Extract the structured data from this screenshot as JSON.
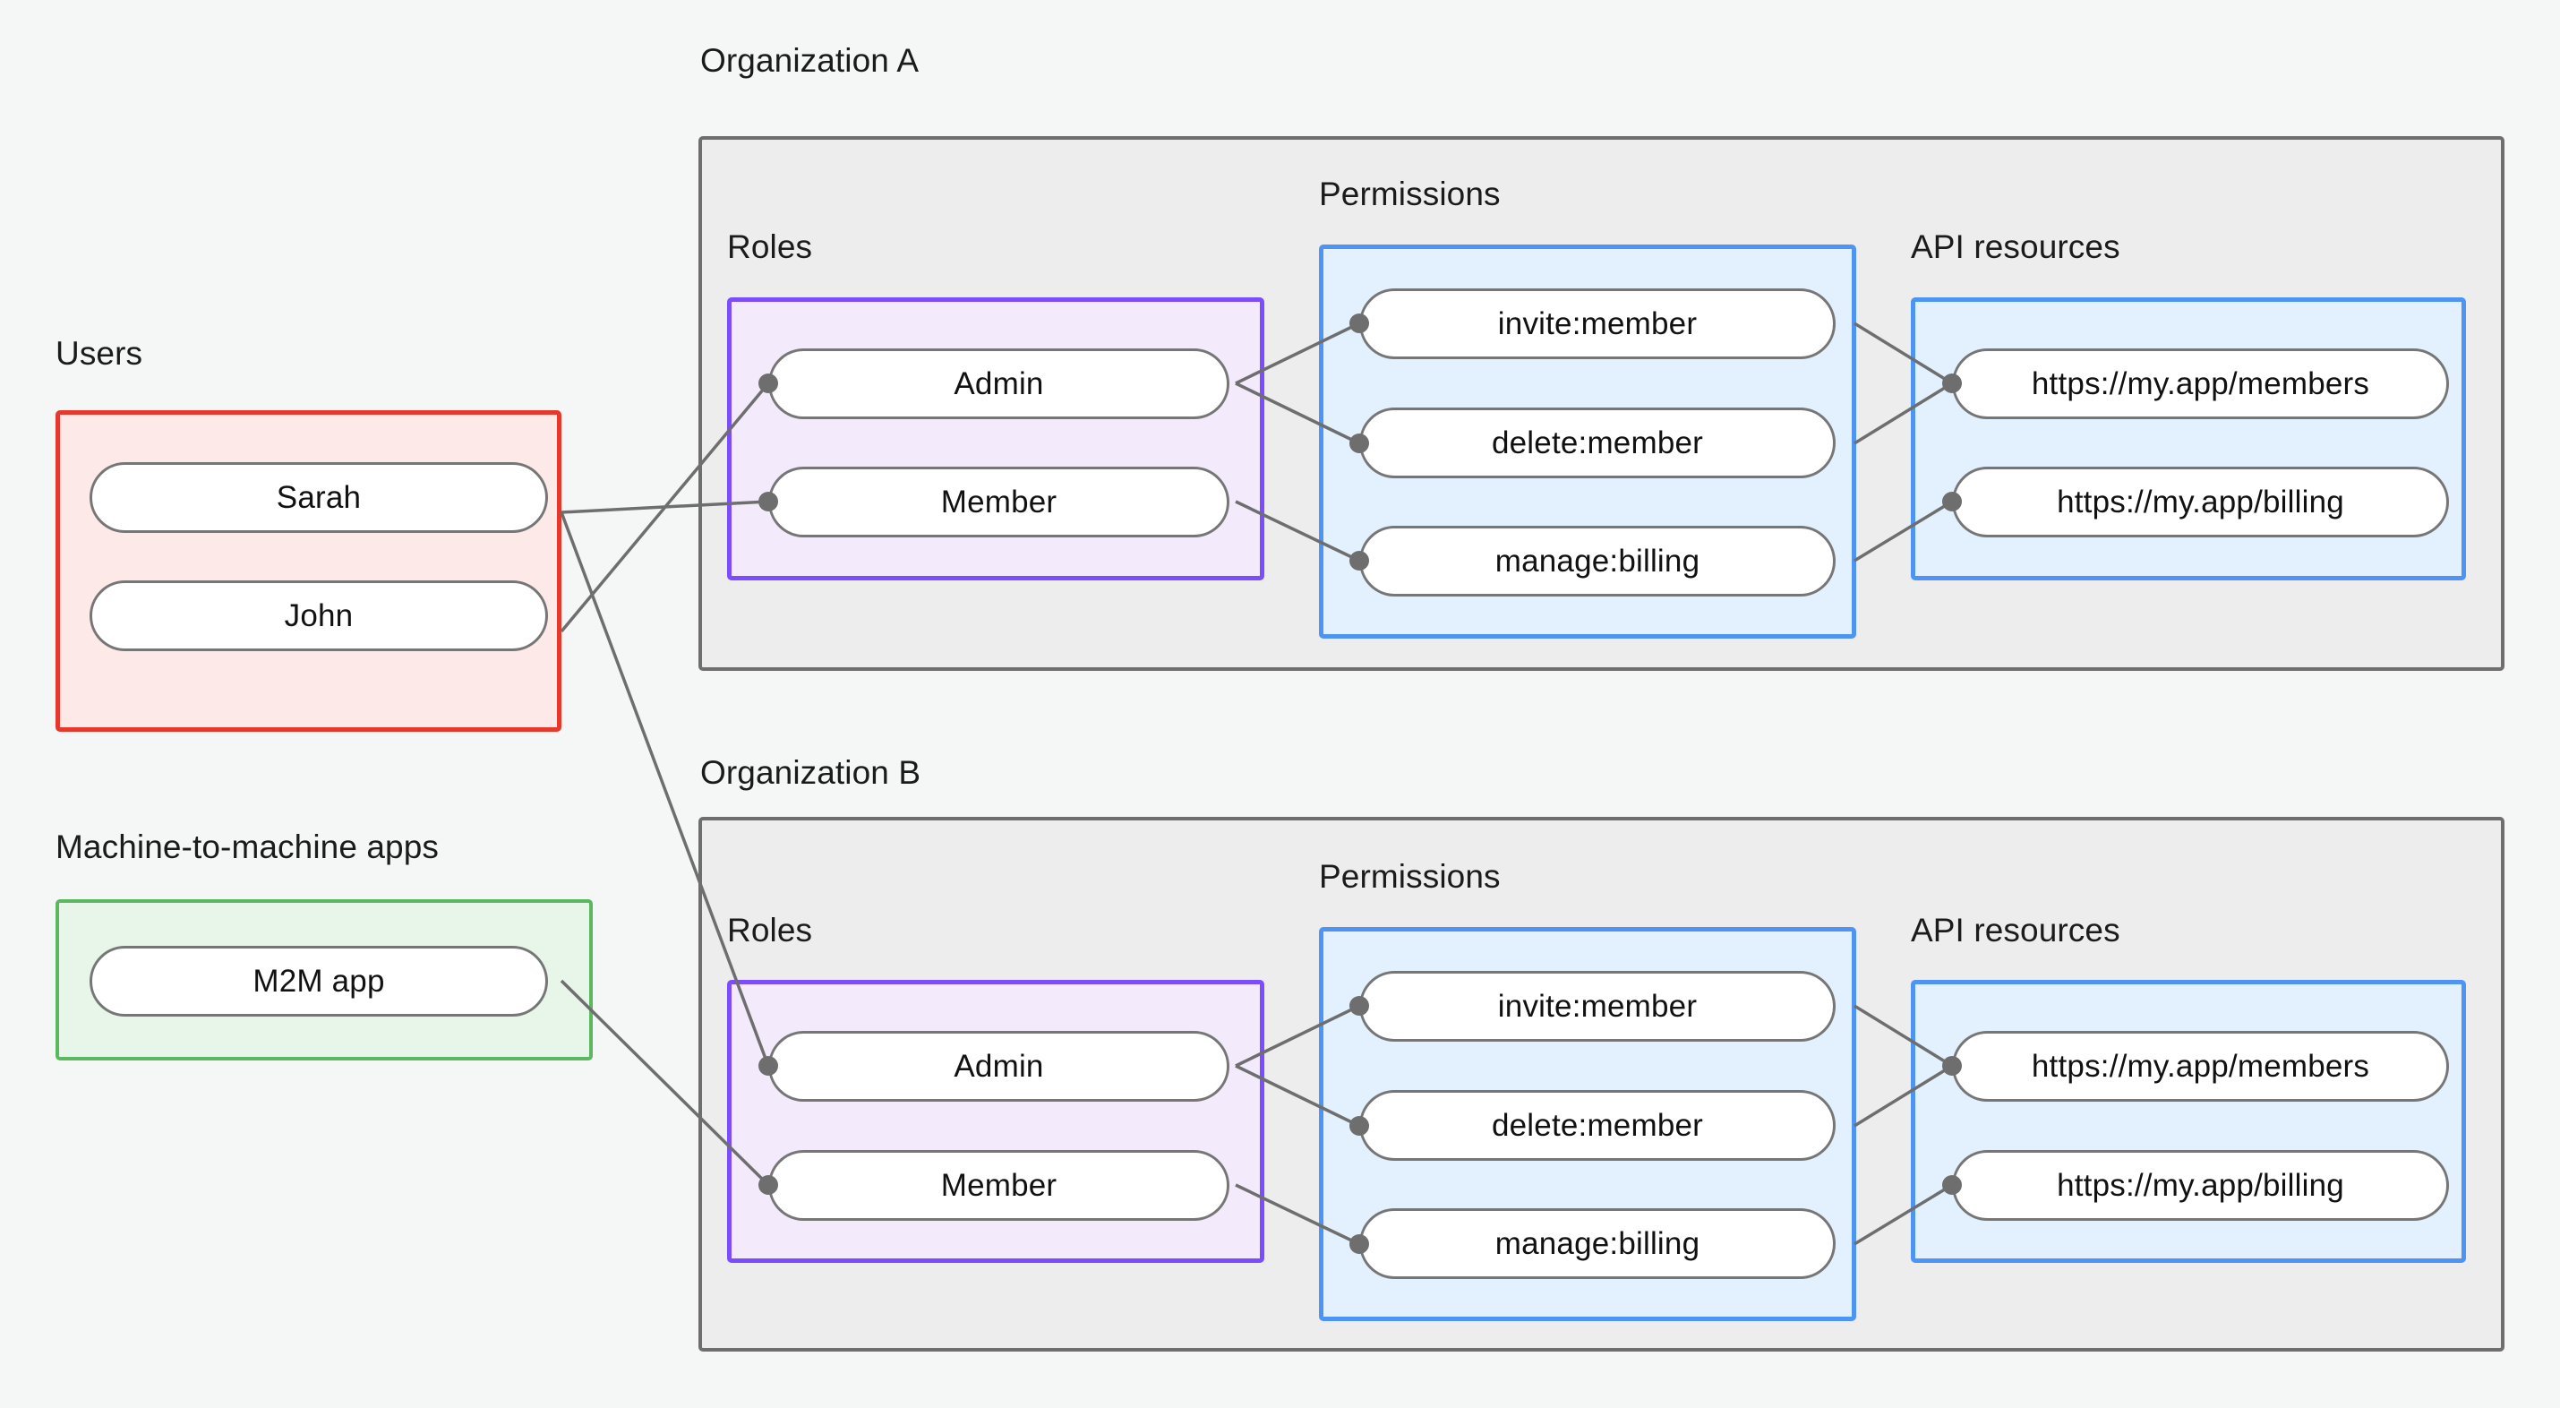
{
  "diagram": {
    "title": "Organization access control diagram",
    "background_color": "#f5f7f6",
    "labels": {
      "users": "Users",
      "m2m": "Machine-to-machine apps",
      "org_a": "Organization A",
      "org_b": "Organization B",
      "roles_a": "Roles",
      "permissions_a": "Permissions",
      "api_resources_a": "API resources",
      "roles_b": "Roles",
      "permissions_b": "Permissions",
      "api_resources_b": "API resources"
    },
    "colors": {
      "users_border": "#e8382b",
      "users_fill": "#fdeae8",
      "m2m_border": "#5cb860",
      "m2m_fill": "#e7f6e8",
      "roles_border": "#7c4dff",
      "roles_fill": "#f3eafc",
      "permissions_border": "#4d94f5",
      "permissions_fill": "#e3f0fd",
      "api_border": "#4d94f5",
      "api_fill": "#e3f0fd",
      "org_border": "#6e6e6e",
      "org_fill": "#ededed",
      "edge": "#6e6e6e",
      "node_border": "#767676",
      "node_fill": "#ffffff"
    },
    "users": [
      {
        "label": "Sarah"
      },
      {
        "label": "John"
      }
    ],
    "m2m_apps": [
      {
        "label": "M2M app"
      }
    ],
    "org_a": {
      "roles": [
        {
          "label": "Admin"
        },
        {
          "label": "Member"
        }
      ],
      "permissions": [
        {
          "label": "invite:member"
        },
        {
          "label": "delete:member"
        },
        {
          "label": "manage:billing"
        }
      ],
      "api_resources": [
        {
          "label": "https://my.app/members"
        },
        {
          "label": "https://my.app/billing"
        }
      ]
    },
    "org_b": {
      "roles": [
        {
          "label": "Admin"
        },
        {
          "label": "Member"
        }
      ],
      "permissions": [
        {
          "label": "invite:member"
        },
        {
          "label": "delete:member"
        },
        {
          "label": "manage:billing"
        }
      ],
      "api_resources": [
        {
          "label": "https://my.app/members"
        },
        {
          "label": "https://my.app/billing"
        }
      ]
    },
    "connections": [
      {
        "from": "Sarah",
        "to": "Organization A / Member"
      },
      {
        "from": "Sarah",
        "to": "Organization B / Admin"
      },
      {
        "from": "John",
        "to": "Organization A / Admin"
      },
      {
        "from": "M2M app",
        "to": "Organization B / Member"
      },
      {
        "from": "Organization A / Admin",
        "to": "Organization A / invite:member"
      },
      {
        "from": "Organization A / Admin",
        "to": "Organization A / delete:member"
      },
      {
        "from": "Organization A / Member",
        "to": "Organization A / manage:billing"
      },
      {
        "from": "Organization A / invite:member",
        "to": "Organization A / https://my.app/members"
      },
      {
        "from": "Organization A / delete:member",
        "to": "Organization A / https://my.app/members"
      },
      {
        "from": "Organization A / manage:billing",
        "to": "Organization A / https://my.app/billing"
      },
      {
        "from": "Organization B / Admin",
        "to": "Organization B / invite:member"
      },
      {
        "from": "Organization B / Admin",
        "to": "Organization B / delete:member"
      },
      {
        "from": "Organization B / Member",
        "to": "Organization B / manage:billing"
      },
      {
        "from": "Organization B / invite:member",
        "to": "Organization B / https://my.app/members"
      },
      {
        "from": "Organization B / delete:member",
        "to": "Organization B / https://my.app/members"
      },
      {
        "from": "Organization B / manage:billing",
        "to": "Organization B / https://my.app/billing"
      }
    ]
  }
}
